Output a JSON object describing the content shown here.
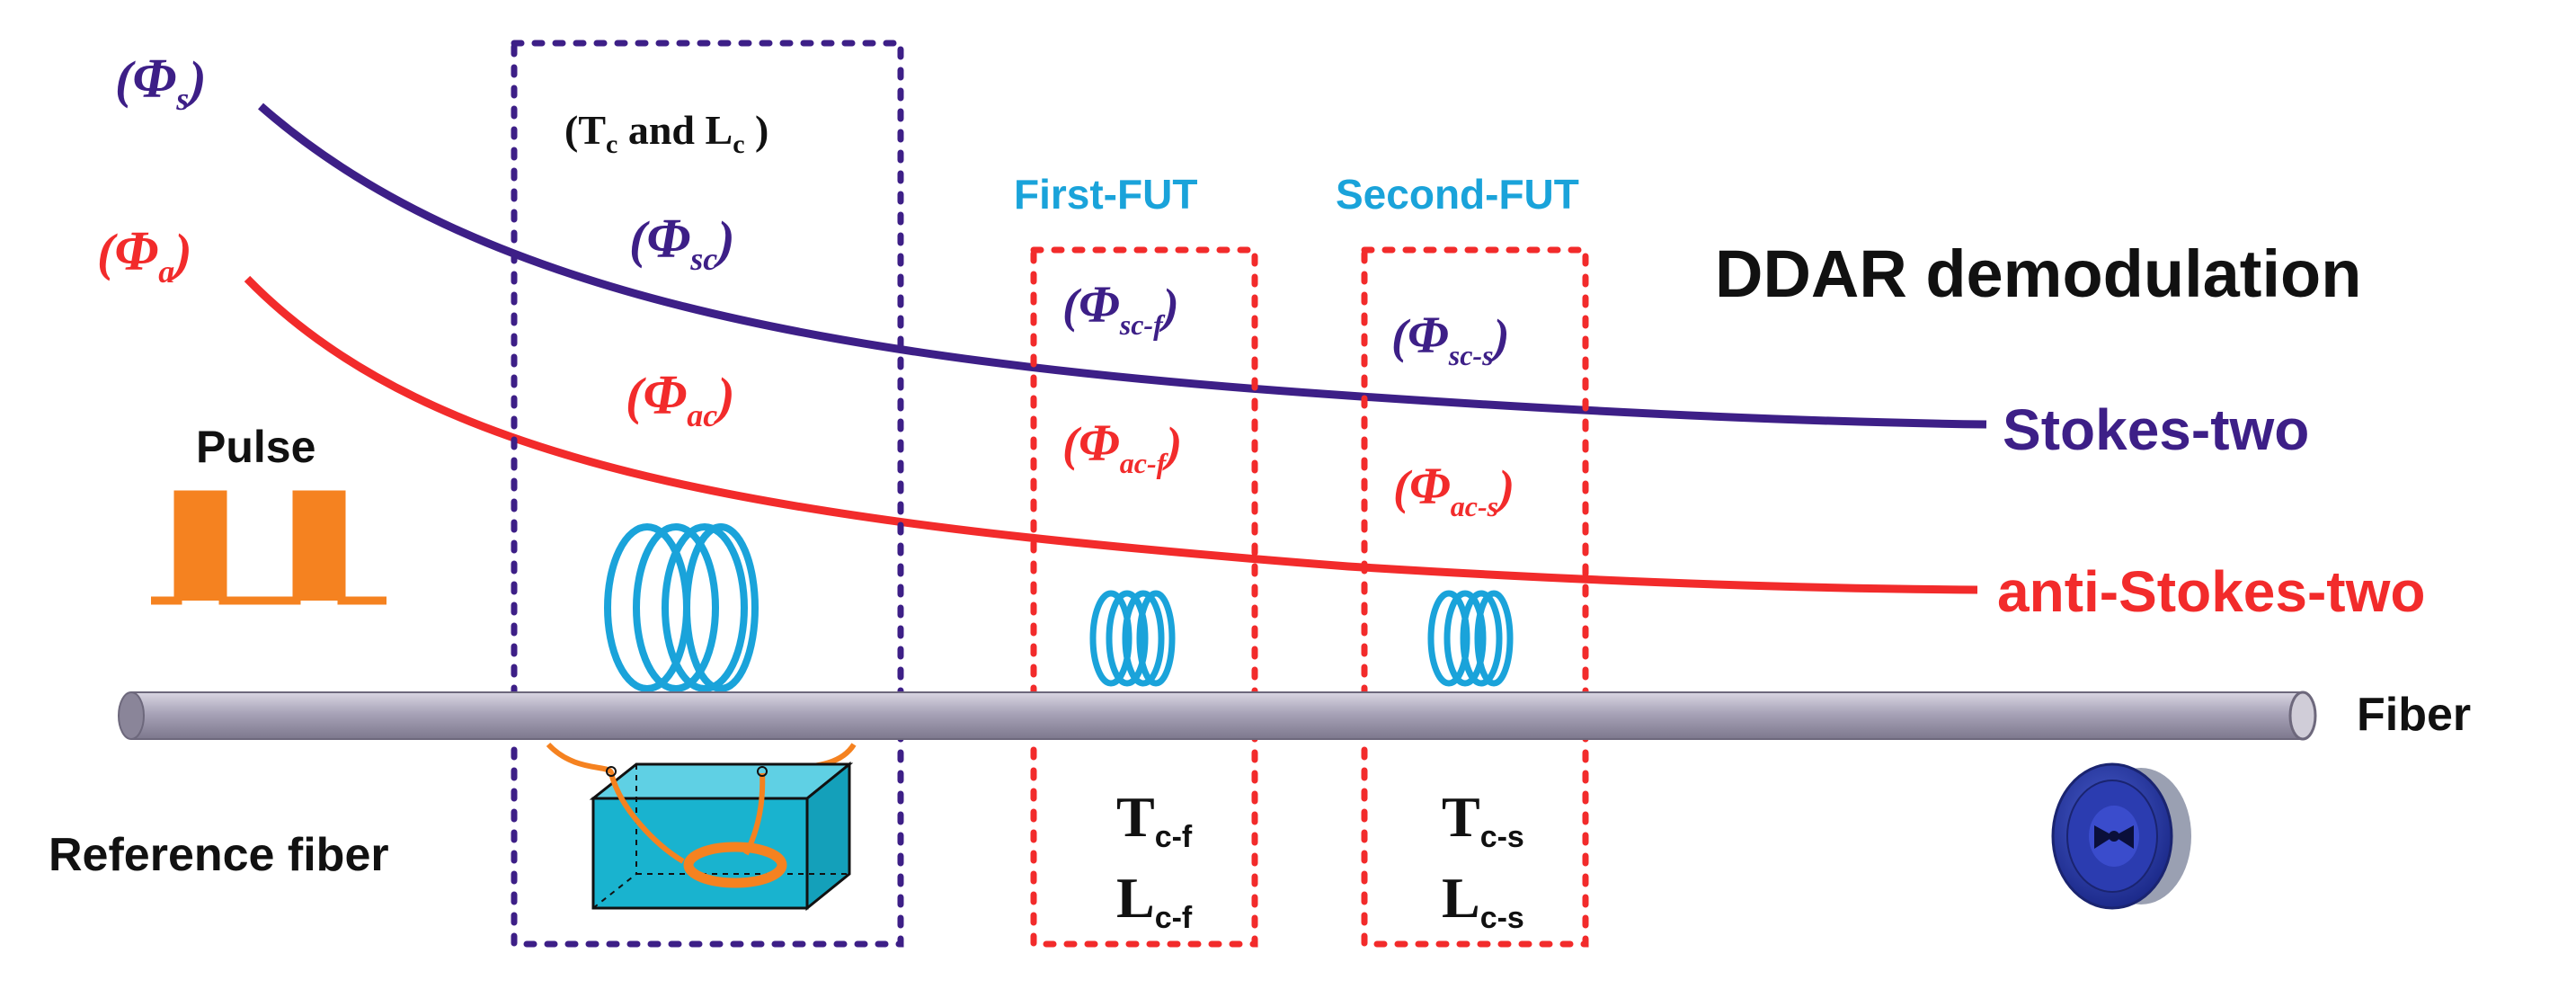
{
  "colors": {
    "stokes": "#3d1f87",
    "anti_stokes": "#f22b2b",
    "fut": "#1aa3da",
    "reference_box": "#3d1f87",
    "fut_box": "#f22b2b",
    "pulse": "#f58220",
    "coil": "#1aa3da",
    "fiber": "#a39fb2",
    "water_tank": "#19b3cf",
    "text": "#111111"
  },
  "labels": {
    "phi_s": {
      "open": "(",
      "symbol": "Φ",
      "sub": "s",
      "close": ")"
    },
    "phi_a": {
      "open": "(",
      "symbol": "Φ",
      "sub": "a",
      "close": ")"
    },
    "reference_condition": {
      "open": "(T",
      "t_sub": "c",
      "middle": " and L",
      "l_sub": "c",
      "close": " )"
    },
    "phi_sc": {
      "open": "(",
      "symbol": "Φ",
      "sub": "sc",
      "close": ")"
    },
    "phi_ac": {
      "open": "(",
      "symbol": "Φ",
      "sub": "ac",
      "close": ")"
    },
    "first_fut": "First-FUT",
    "second_fut": "Second-FUT",
    "phi_sc_f": {
      "open": "(",
      "symbol": "Φ",
      "sub": "sc-f",
      "close": ")"
    },
    "phi_ac_f": {
      "open": "(",
      "symbol": "Φ",
      "sub": "ac-f",
      "close": ")"
    },
    "phi_sc_s": {
      "open": "(",
      "symbol": "Φ",
      "sub": "sc-s",
      "close": ")"
    },
    "phi_ac_s": {
      "open": "(",
      "symbol": "Φ",
      "sub": "ac-s",
      "close": ")"
    },
    "ddar": "DDAR demodulation",
    "stokes_two": "Stokes-two",
    "anti_stokes_two": "anti-Stokes-two",
    "pulse": "Pulse",
    "fiber": "Fiber",
    "reference_fiber": "Reference fiber",
    "t_cf": {
      "main": "T",
      "sub": "c-f"
    },
    "l_cf": {
      "main": "L",
      "sub": "c-f"
    },
    "t_cs": {
      "main": "T",
      "sub": "c-s"
    },
    "l_cs": {
      "main": "L",
      "sub": "c-s"
    }
  }
}
